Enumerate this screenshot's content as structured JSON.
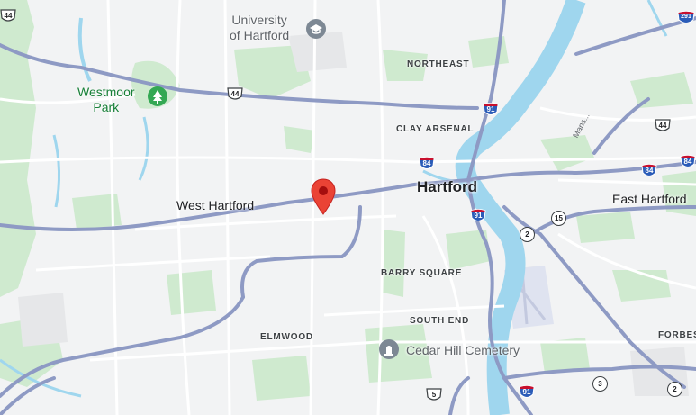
{
  "colors": {
    "land": "#f2f3f4",
    "park": "#cfeacf",
    "water": "#9fd6ee",
    "highway": "#8e9ac4",
    "road": "#ffffff",
    "marker": "#ea4335",
    "park_icon": "#34a853",
    "poi_icon": "#7d8894"
  },
  "labels": {
    "university": "University\nof Hartford",
    "westmoor": "Westmoor\nPark",
    "northeast": "NORTHEAST",
    "clay_arsenal": "CLAY ARSENAL",
    "hartford": "Hartford",
    "west_hartford": "West Hartford",
    "east_hartford": "East Hartford",
    "barry_square": "BARRY SQUARE",
    "south_end": "SOUTH END",
    "elmwood": "ELMWOOD",
    "cedar_hill": "Cedar Hill Cemetery",
    "forbes": "FORBES",
    "road_mans": "Mans..."
  },
  "shields": {
    "us44_left": "44",
    "us44_center": "44",
    "us44_right": "44",
    "i91_north": "91",
    "i84_west": "84",
    "i91_center": "91",
    "i84_east": "84",
    "i84_edge": "84",
    "i291": "291",
    "ct15": "15",
    "ct2_center": "2",
    "ct2_right": "2",
    "ct3": "3",
    "us5": "5",
    "i91_south": "91"
  },
  "icons": {
    "university": "school-icon",
    "park": "park-tree-icon",
    "cemetery": "cemetery-icon",
    "marker": "location-pin-icon"
  }
}
